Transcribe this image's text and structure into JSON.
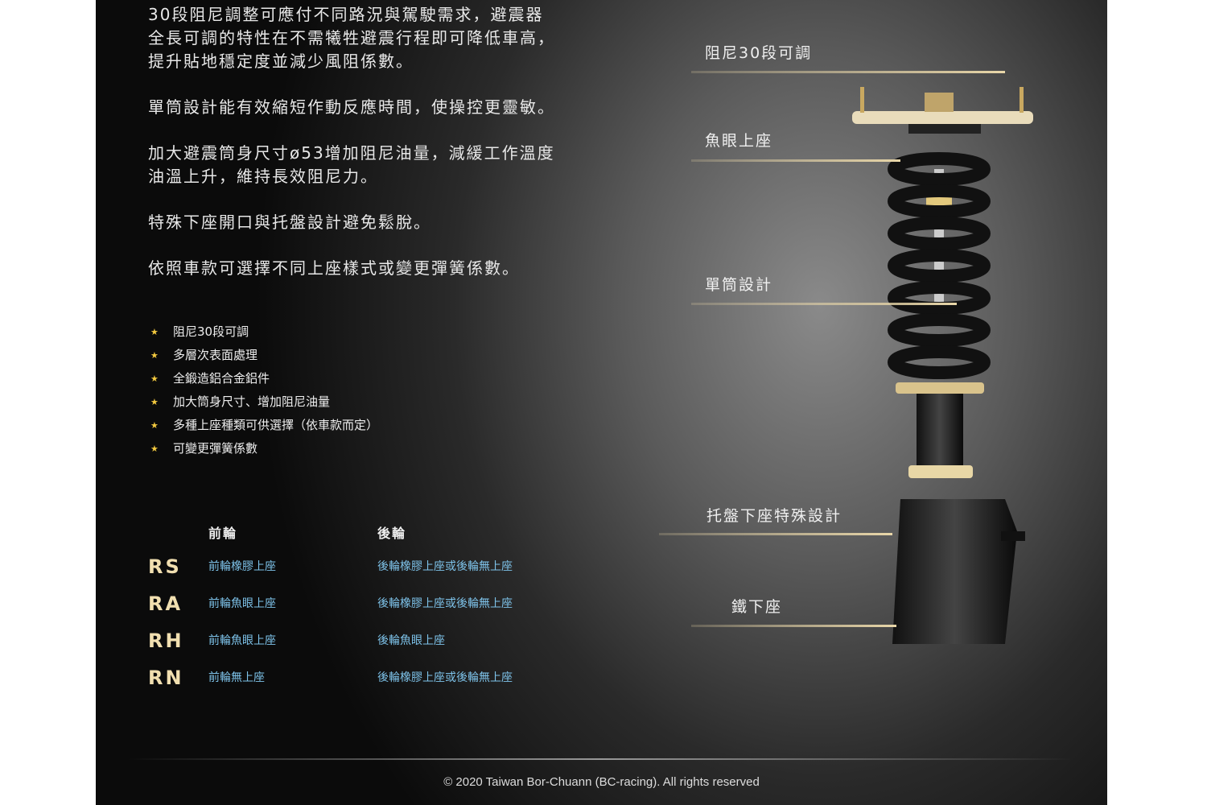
{
  "paragraphs": [
    "30段阻尼調整可應付不同路況與駕駛需求，避震器\n全長可調的特性在不需犧牲避震行程即可降低車高，\n提升貼地穩定度並減少風阻係數。",
    "單筒設計能有效縮短作動反應時間，使操控更靈敏。",
    "加大避震筒身尺寸ø53增加阻尼油量，減緩工作溫度\n油溫上升，維持長效阻尼力。",
    "特殊下座開口與托盤設計避免鬆脫。",
    "依照車款可選擇不同上座樣式或變更彈簧係數。"
  ],
  "bullet_icon": "★",
  "features": [
    "阻尼30段可調",
    "多層次表面處理",
    "全鍛造鋁合金鋁件",
    "加大筒身尺寸、增加阻尼油量",
    "多種上座種類可供選擇（依車款而定）",
    "可變更彈簧係數"
  ],
  "table": {
    "front_header": "前輪",
    "rear_header": "後輪",
    "rows": [
      {
        "code": "RS",
        "front": "前輪橡膠上座",
        "rear": "後輪橡膠上座或後輪無上座"
      },
      {
        "code": "RA",
        "front": "前輪魚眼上座",
        "rear": "後輪橡膠上座或後輪無上座"
      },
      {
        "code": "RH",
        "front": "前輪魚眼上座",
        "rear": "後輪魚眼上座"
      },
      {
        "code": "RN",
        "front": "前輪無上座",
        "rear": "後輪橡膠上座或後輪無上座"
      }
    ]
  },
  "callouts": [
    "阻尼30段可調",
    "魚眼上座",
    "單筒設計",
    "托盤下座特殊設計",
    "鐵下座"
  ],
  "footer": "© 2020 Taiwan Bor-Chuann (BC-racing). All rights reserved",
  "colors": {
    "accent": "#f3c93f",
    "link": "#7ec3ea",
    "code": "#f1dfb0"
  }
}
